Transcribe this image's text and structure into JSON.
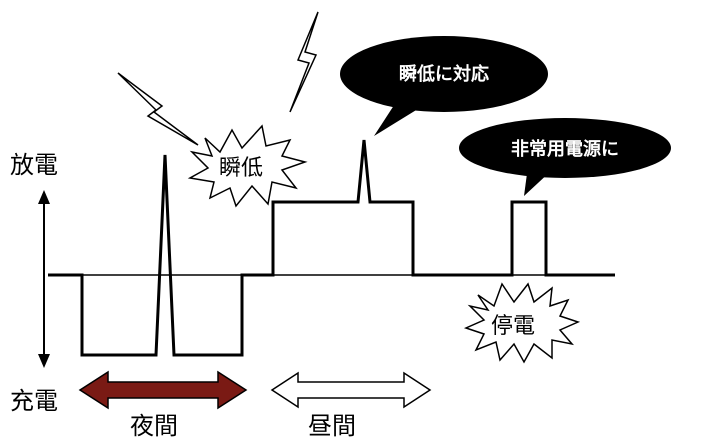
{
  "labels": {
    "discharge": "放電",
    "charge": "充電",
    "night": "夜間",
    "day": "昼間"
  },
  "callouts": {
    "sag_event": "瞬低",
    "outage_event": "停電",
    "sag_response": "瞬低に対応",
    "emergency_power": "非常用電源に"
  },
  "colors": {
    "night_arrow": "#7a1a14",
    "line": "#000000"
  }
}
